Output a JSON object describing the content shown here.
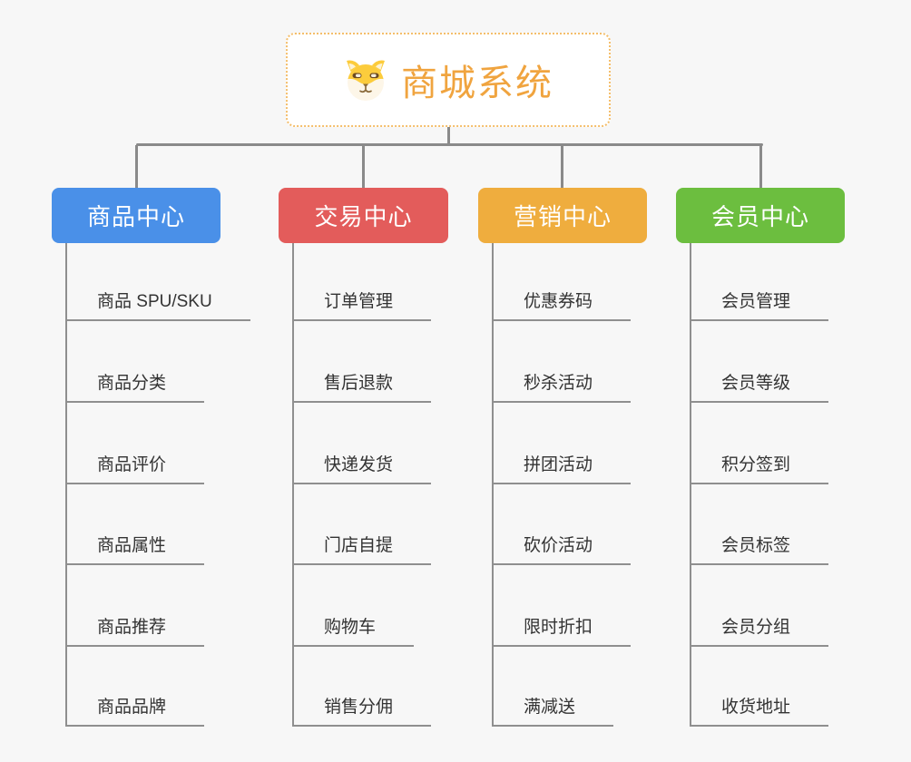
{
  "page": {
    "background": "#f7f7f7"
  },
  "root": {
    "label": "商城系统",
    "icon": "dog-face-icon",
    "text_color": "#f0a43f",
    "border_color": "#f4be6b"
  },
  "connector_color": "#8a8a8a",
  "leaf_line_color": "#8f8f8f",
  "branches": [
    {
      "label": "商品中心",
      "color": "#4a90e8",
      "items": [
        "商品 SPU/SKU",
        "商品分类",
        "商品评价",
        "商品属性",
        "商品推荐",
        "商品品牌"
      ]
    },
    {
      "label": "交易中心",
      "color": "#e35c5b",
      "items": [
        "订单管理",
        "售后退款",
        "快递发货",
        "门店自提",
        "购物车",
        "销售分佣"
      ]
    },
    {
      "label": "营销中心",
      "color": "#efad3e",
      "items": [
        "优惠券码",
        "秒杀活动",
        "拼团活动",
        "砍价活动",
        "限时折扣",
        "满减送"
      ]
    },
    {
      "label": "会员中心",
      "color": "#6cbe3f",
      "items": [
        "会员管理",
        "会员等级",
        "积分签到",
        "会员标签",
        "会员分组",
        "收货地址"
      ]
    }
  ]
}
